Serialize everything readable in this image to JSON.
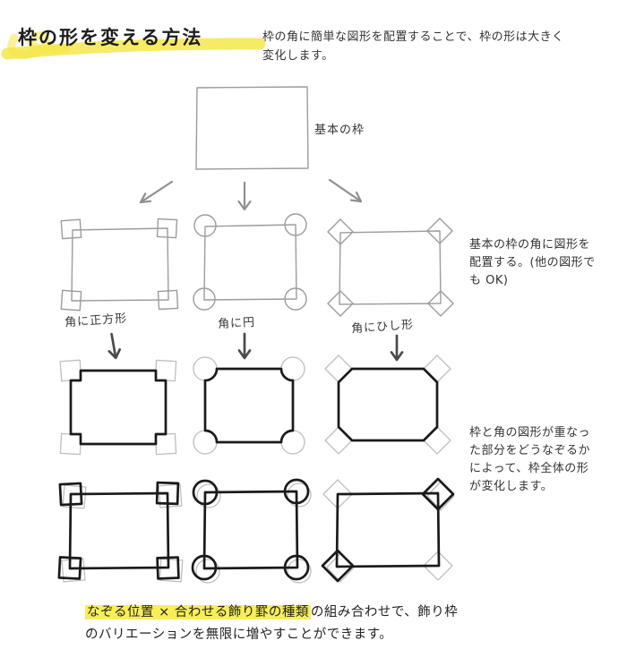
{
  "title": "枠の形を変える方法",
  "intro": "枠の角に簡単な図形を配置することで、枠の形は大きく変化します。",
  "basic_frame_label": "基本の枠",
  "row1": {
    "caption_square": "角に正方形",
    "caption_circle": "角に円",
    "caption_diamond": "角にひし形",
    "side_note": "基本の枠の角に図形を配置する。(他の図形でも OK)"
  },
  "row2": {
    "side_note": "枠と角の図形が重なった部分をどうなぞるかによって、枠全体の形が変化します。"
  },
  "footer": {
    "highlighted": "なぞる位置 × 合わせる飾り罫の種類",
    "line1_rest": "の組み合わせで、飾り枠",
    "line2": "のバリエーションを無限に増やすことができます。"
  },
  "colors": {
    "highlight_yellow": "#f6e84a",
    "sketch_gray": "#9c9c9c",
    "ink_black": "#1a1a1a"
  }
}
